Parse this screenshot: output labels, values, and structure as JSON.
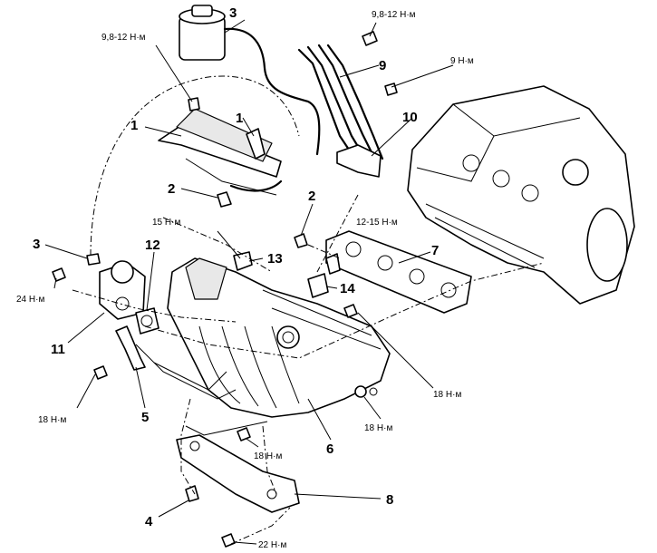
{
  "labels": {
    "n1a": "1",
    "n1b": "1",
    "n2a": "2",
    "n2b": "2",
    "n3a": "3",
    "n3b": "3",
    "n4": "4",
    "n5": "5",
    "n6": "6",
    "n7": "7",
    "n8": "8",
    "n9": "9",
    "n10": "10",
    "n11": "11",
    "n12": "12",
    "n13": "13",
    "n14": "14"
  },
  "torques": {
    "t_top_left": "9,8-12 Н·м",
    "t_top_right": "9,8-12 Н·м",
    "t_9nm": "9 Н·м",
    "t_15nm": "15 Н·м",
    "t_12_15nm": "12-15 Н·м",
    "t_24nm": "24 Н·м",
    "t_18nm_left": "18 Н·м",
    "t_18nm_right": "18 Н·м",
    "t_18nm_nut": "18 Н·м",
    "t_18nm_center": "18 Н·м",
    "t_22nm": "22 Н·м"
  }
}
